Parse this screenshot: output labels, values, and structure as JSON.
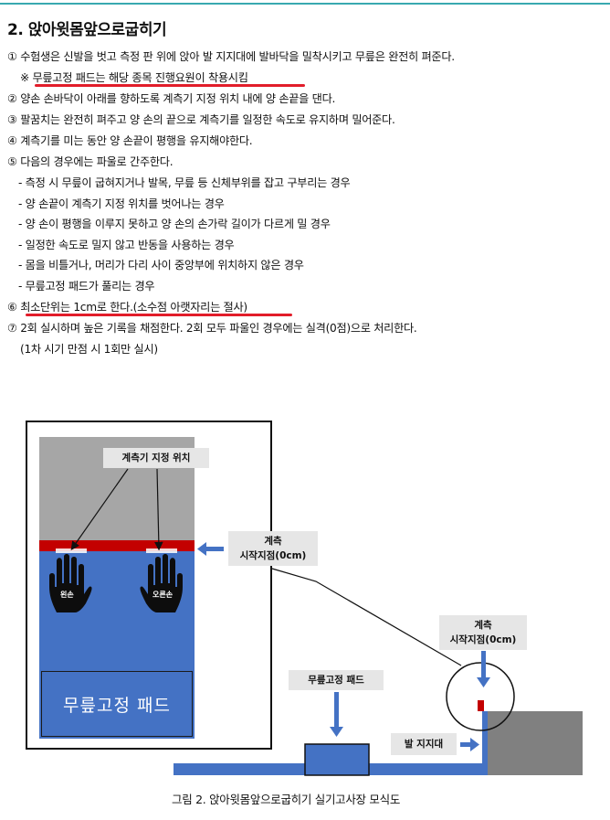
{
  "heading": "2. 앉아윗몸앞으로굽히기",
  "items": {
    "i1": "① 수험생은 신발을 벗고 측정 판 위에 앉아 발 지지대에 발바닥을 밀착시키고 무릎은 완전히 펴준다.",
    "note": "※ 무릎고정 패드는 해당 종목 진행요원이 착용시킴",
    "i2": "② 양손 손바닥이 아래를 향하도록 계측기 지정 위치 내에 양 손끝을 댄다.",
    "i3": "③ 팔꿈치는 완전히 펴주고 양 손의 끝으로 계측기를 일정한 속도로 유지하며 밀어준다.",
    "i4": "④ 계측기를 미는 동안 양 손끝이 평행을 유지해야한다.",
    "i5": "⑤ 다음의 경우에는 파울로 간주한다.",
    "fouls": [
      "- 측정 시 무릎이 굽혀지거나 발목, 무릎 등 신체부위를 잡고 구부리는 경우",
      "- 양 손끝이 계측기 지정 위치를 벗어나는 경우",
      "- 양 손이 평행을 이루지 못하고 양 손의 손가락 길이가 다르게 밀 경우",
      "- 일정한 속도로 밀지 않고 반동을 사용하는 경우",
      "- 몸을 비틀거나, 머리가 다리 사이 중앙부에 위치하지 않은 경우",
      "- 무릎고정 패드가 풀리는 경우"
    ],
    "i6": "⑥ 최소단위는 1cm로 한다.(소수점 아랫자리는 절사)",
    "i7": "⑦ 2회 실시하며 높은 기록을 채점한다. 2회 모두 파울인 경우에는 실격(0점)으로 처리한다.",
    "i7b": "(1차 시기 만점 시 1회만 실시)"
  },
  "figure": {
    "designated_position": "계측기 지정 위치",
    "left_hand": "왼손",
    "right_hand": "오른손",
    "knee_pad_inner": "무릎고정 패드",
    "start_point_1_line1": "계측",
    "start_point_1_line2": "시작지점(0cm)",
    "start_point_2_line1": "계측",
    "start_point_2_line2": "시작지점(0cm)",
    "knee_pad_label": "무릎고정 패드",
    "foot_support_label": "발 지지대",
    "caption": "그림 2. 앉아윗몸앞으로굽히기 실기고사장 모식도"
  },
  "colors": {
    "accent_line": "#39a9b0",
    "underline": "#e21d2a",
    "board_blue": "#4472c4",
    "start_red": "#c30000",
    "wall_gray": "#a6a6a6",
    "arrow_blue": "#4472c4"
  }
}
